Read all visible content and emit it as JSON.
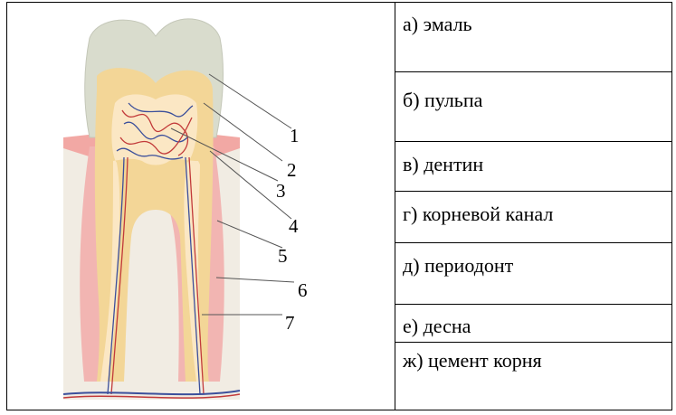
{
  "diagram": {
    "labels": [
      "1",
      "2",
      "3",
      "4",
      "5",
      "6",
      "7"
    ]
  },
  "answers": [
    "а) эмаль",
    "б) пульпа",
    "в) дентин",
    "г) корневой канал",
    "д) периодонт",
    "е) десна",
    "ж) цемент корня"
  ],
  "colors": {
    "enamel": "#d9dccd",
    "dentin": "#f3d697",
    "pulp": "#fbe7c4",
    "gum": "#f2b5b2",
    "bone": "#f1ece3",
    "nerve_blue": "#3b4f9b",
    "vessel_red": "#c23a3a"
  }
}
